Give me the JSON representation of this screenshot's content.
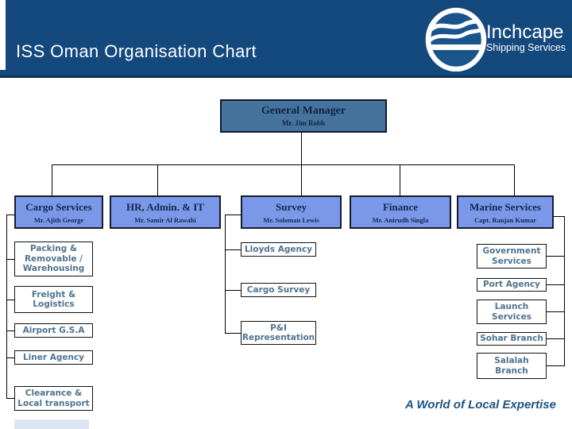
{
  "slide": {
    "title": "ISS Oman Organisation Chart",
    "logo": {
      "brand": "Inchcape",
      "tagline": "Shipping Services"
    },
    "footer_tagline": "A World of Local Expertise"
  },
  "org": {
    "root": {
      "title": "General Manager",
      "person": "Mr. Jim Robb"
    },
    "departments": [
      {
        "title": "Cargo Services",
        "person": "Mr. Ajith George",
        "children": [
          {
            "label": "Packing &\nRemovable /\nWarehousing"
          },
          {
            "label": "Freight &\nLogistics"
          },
          {
            "label": "Airport G.S.A"
          },
          {
            "label": "Liner Agency"
          },
          {
            "label": "Clearance &\nLocal transport"
          }
        ]
      },
      {
        "title": "HR, Admin. & IT",
        "person": "Mr. Samir Al Rawahi",
        "children": []
      },
      {
        "title": "Survey",
        "person": "Mr. Soloman Lewis",
        "children": [
          {
            "label": "Lloyds Agency"
          },
          {
            "label": "Cargo Survey"
          },
          {
            "label": "P&I\nRepresentation"
          }
        ]
      },
      {
        "title": "Finance",
        "person": "Mr. Anirudh Singla",
        "children": []
      },
      {
        "title": "Marine Services",
        "person": "Capt. Ranjan Kumar",
        "children": [
          {
            "label": "Government\nServices"
          },
          {
            "label": "Port Agency"
          },
          {
            "label": "Launch\nServices"
          },
          {
            "label": "Sohar Branch"
          },
          {
            "label": "Salalah\nBranch"
          }
        ]
      }
    ]
  },
  "icons": {
    "logo_globe": "globe-with-waves"
  },
  "palette": {
    "header_blue": "#14497E",
    "header_underline": "#0B2E52",
    "root_box_fill": "#45739E",
    "dept_box_fill": "#7B97E8",
    "box_text_navy": "#13294E",
    "sub_box_text": "#50738F",
    "tagline_blue": "#1F5380",
    "accent_band": "#DCE6F2"
  }
}
